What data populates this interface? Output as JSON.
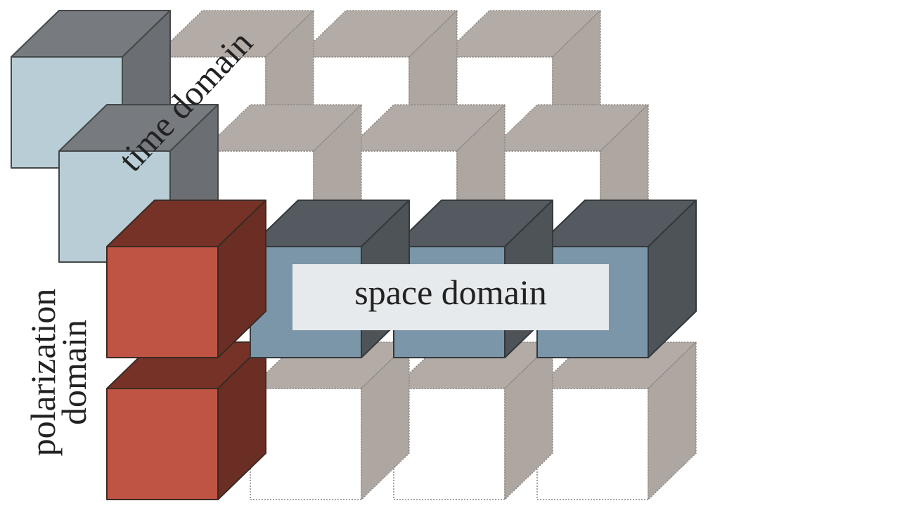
{
  "labels": {
    "time_domain": "time domain",
    "space_domain": "space domain",
    "polarization_line1": "polarization",
    "polarization_line2": "domain"
  },
  "colors": {
    "red_front": "#c05444",
    "red_top": "#763226",
    "red_side": "#6a2e24",
    "slate_front": "#7a96a8",
    "slate_top": "#555a60",
    "slate_side": "#4e5358",
    "pale_front": "#b9cdd6",
    "pale_top": "#777b80",
    "pale_side": "#6b6f73",
    "empty_front": "#ffffff",
    "empty_top": "#b3aba6",
    "empty_side": "#aea6a1",
    "label_box": "#e6eaec"
  }
}
